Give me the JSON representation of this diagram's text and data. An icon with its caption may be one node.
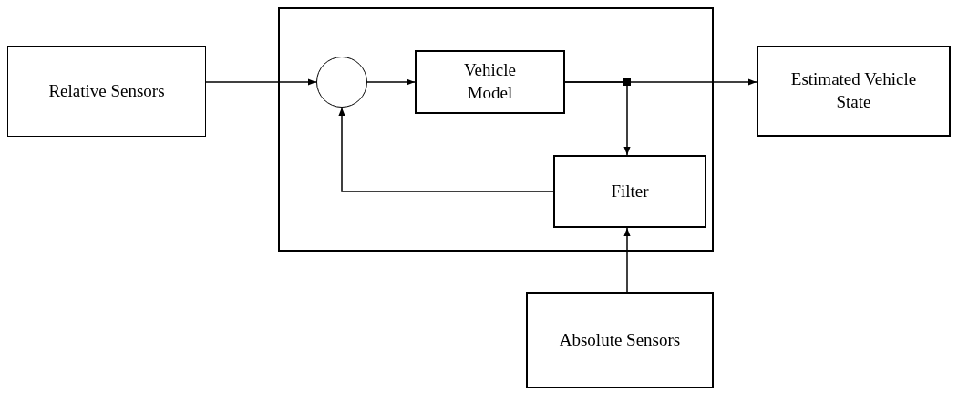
{
  "diagram": {
    "nodes": [
      {
        "text": [
          "Relative Sensors"
        ]
      },
      {
        "text": [],
        "shape": "box"
      },
      {
        "text": [],
        "shape": "circle",
        "in": 1
      },
      {
        "text": [
          "Vehicle Model"
        ],
        "in": 1
      },
      {
        "text": [
          "Filter"
        ],
        "in": 1
      },
      {
        "text": [
          "Estimated Vehicle State"
        ]
      },
      {
        "text": [
          "Absolute Sensors"
        ]
      }
    ],
    "edges": [
      {
        "from": 0,
        "to": 2,
        "arrow": "to"
      },
      {
        "from": 2,
        "to": 3,
        "arrow": "to"
      },
      {
        "from": 3,
        "to": 5,
        "arrow": "to"
      },
      {
        "from": 3,
        "to": 4,
        "arrow": "to"
      },
      {
        "from": 4,
        "to": 2,
        "arrow": "to"
      },
      {
        "from": 6,
        "to": 4,
        "arrow": "to"
      }
    ]
  }
}
